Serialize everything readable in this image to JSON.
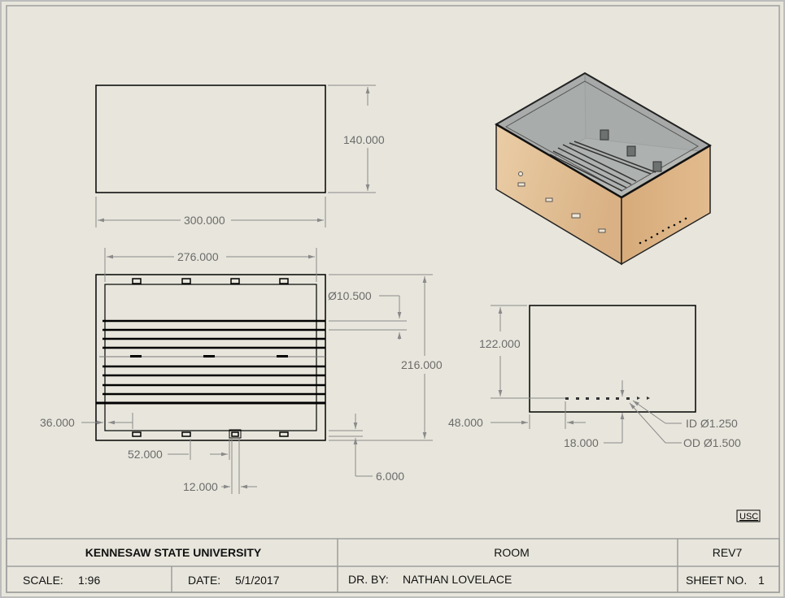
{
  "drawing": {
    "top_view": {
      "height_dim": "140.000",
      "width_dim": "300.000"
    },
    "front_view": {
      "inner_width_dim": "276.000",
      "hole_dim": "Ø10.500",
      "height_dim": "216.000",
      "left_offset_dim": "36.000",
      "spacing_dim": "52.000",
      "tab_width_dim": "12.000",
      "bottom_offset_dim": "6.000"
    },
    "side_view": {
      "height_dim": "122.000",
      "left_offset_dim": "48.000",
      "spacing_dim": "18.000",
      "id_callout": "ID Ø1.250",
      "od_callout": "OD Ø1.500"
    },
    "standard_badge": "USC"
  },
  "title_block": {
    "organization": "KENNESAW STATE UNIVERSITY",
    "title": "ROOM",
    "revision": "REV7",
    "scale_label": "SCALE:",
    "scale_value": "1:96",
    "date_label": "DATE:",
    "date_value": "5/1/2017",
    "drawn_by_label": "DR. BY:",
    "drawn_by_value": "NATHAN LOVELACE",
    "sheet_label": "SHEET NO.",
    "sheet_value": "1"
  },
  "colors": {
    "paper": "#e8e6dc",
    "wood_front": "#e8c9a0",
    "wood_side": "#dbb383",
    "glass": "#9ea3a3"
  }
}
